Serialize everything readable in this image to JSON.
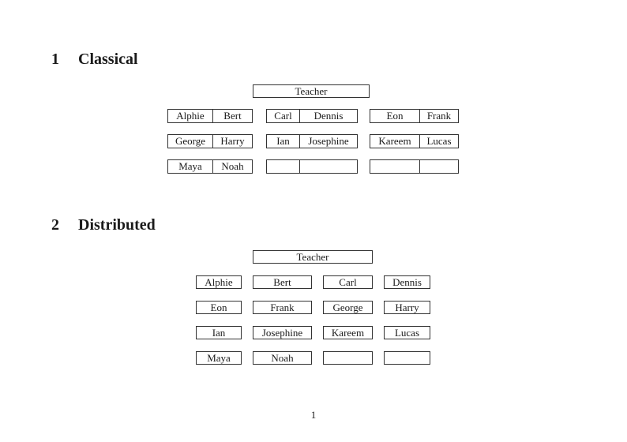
{
  "colors": {
    "background": "#ffffff",
    "border": "#333333",
    "text": "#1a1a1a"
  },
  "page": {
    "number": "1"
  },
  "sections": {
    "classical": {
      "heading_number": "1",
      "heading_title": "Classical",
      "teacher": "Teacher",
      "desks": [
        {
          "seats": [
            "Alphie",
            "Bert"
          ]
        },
        {
          "seats": [
            "Carl",
            "Dennis"
          ]
        },
        {
          "seats": [
            "Eon",
            "Frank"
          ]
        },
        {
          "seats": [
            "George",
            "Harry"
          ]
        },
        {
          "seats": [
            "Ian",
            "Josephine"
          ]
        },
        {
          "seats": [
            "Kareem",
            "Lucas"
          ]
        },
        {
          "seats": [
            "Maya",
            "Noah"
          ]
        },
        {
          "seats": [
            "",
            ""
          ]
        },
        {
          "seats": [
            "",
            ""
          ]
        }
      ]
    },
    "distributed": {
      "heading_number": "2",
      "heading_title": "Distributed",
      "teacher": "Teacher",
      "seats": [
        "Alphie",
        "Bert",
        "Carl",
        "Dennis",
        "Eon",
        "Frank",
        "George",
        "Harry",
        "Ian",
        "Josephine",
        "Kareem",
        "Lucas",
        "Maya",
        "Noah",
        "",
        ""
      ]
    }
  }
}
